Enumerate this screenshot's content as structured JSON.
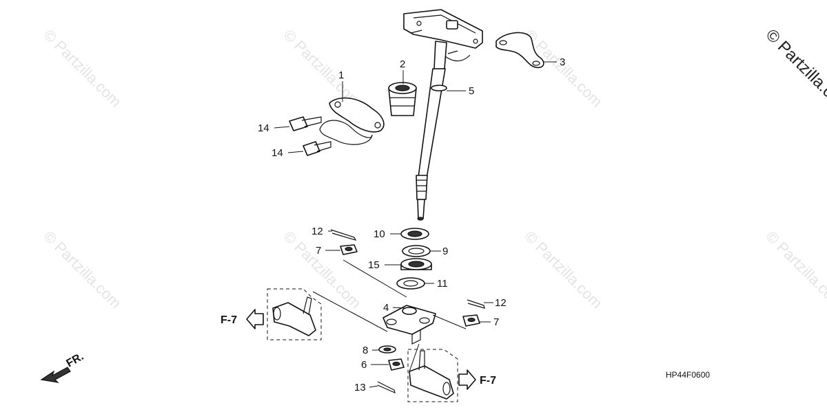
{
  "watermark": {
    "text": "© Partzilla.com",
    "corner_text": "© Partzilla.com"
  },
  "diagram_code": "HP44F0600",
  "orientation_label": "FR.",
  "callouts": [
    {
      "id": "c1",
      "text": "1"
    },
    {
      "id": "c2",
      "text": "2"
    },
    {
      "id": "c3",
      "text": "3"
    },
    {
      "id": "c4",
      "text": "4"
    },
    {
      "id": "c5",
      "text": "5"
    },
    {
      "id": "c6",
      "text": "6"
    },
    {
      "id": "c7a",
      "text": "7"
    },
    {
      "id": "c7b",
      "text": "7"
    },
    {
      "id": "c8",
      "text": "8"
    },
    {
      "id": "c9",
      "text": "9"
    },
    {
      "id": "c10",
      "text": "10"
    },
    {
      "id": "c11",
      "text": "11"
    },
    {
      "id": "c12a",
      "text": "12"
    },
    {
      "id": "c12b",
      "text": "12"
    },
    {
      "id": "c13",
      "text": "13"
    },
    {
      "id": "c14a",
      "text": "14"
    },
    {
      "id": "c14b",
      "text": "14"
    },
    {
      "id": "c15",
      "text": "15"
    }
  ],
  "references": {
    "left": "F-7",
    "right": "F-7"
  },
  "colors": {
    "line": "#111111",
    "watermark": "#e4e4e4",
    "background": "#ffffff"
  }
}
